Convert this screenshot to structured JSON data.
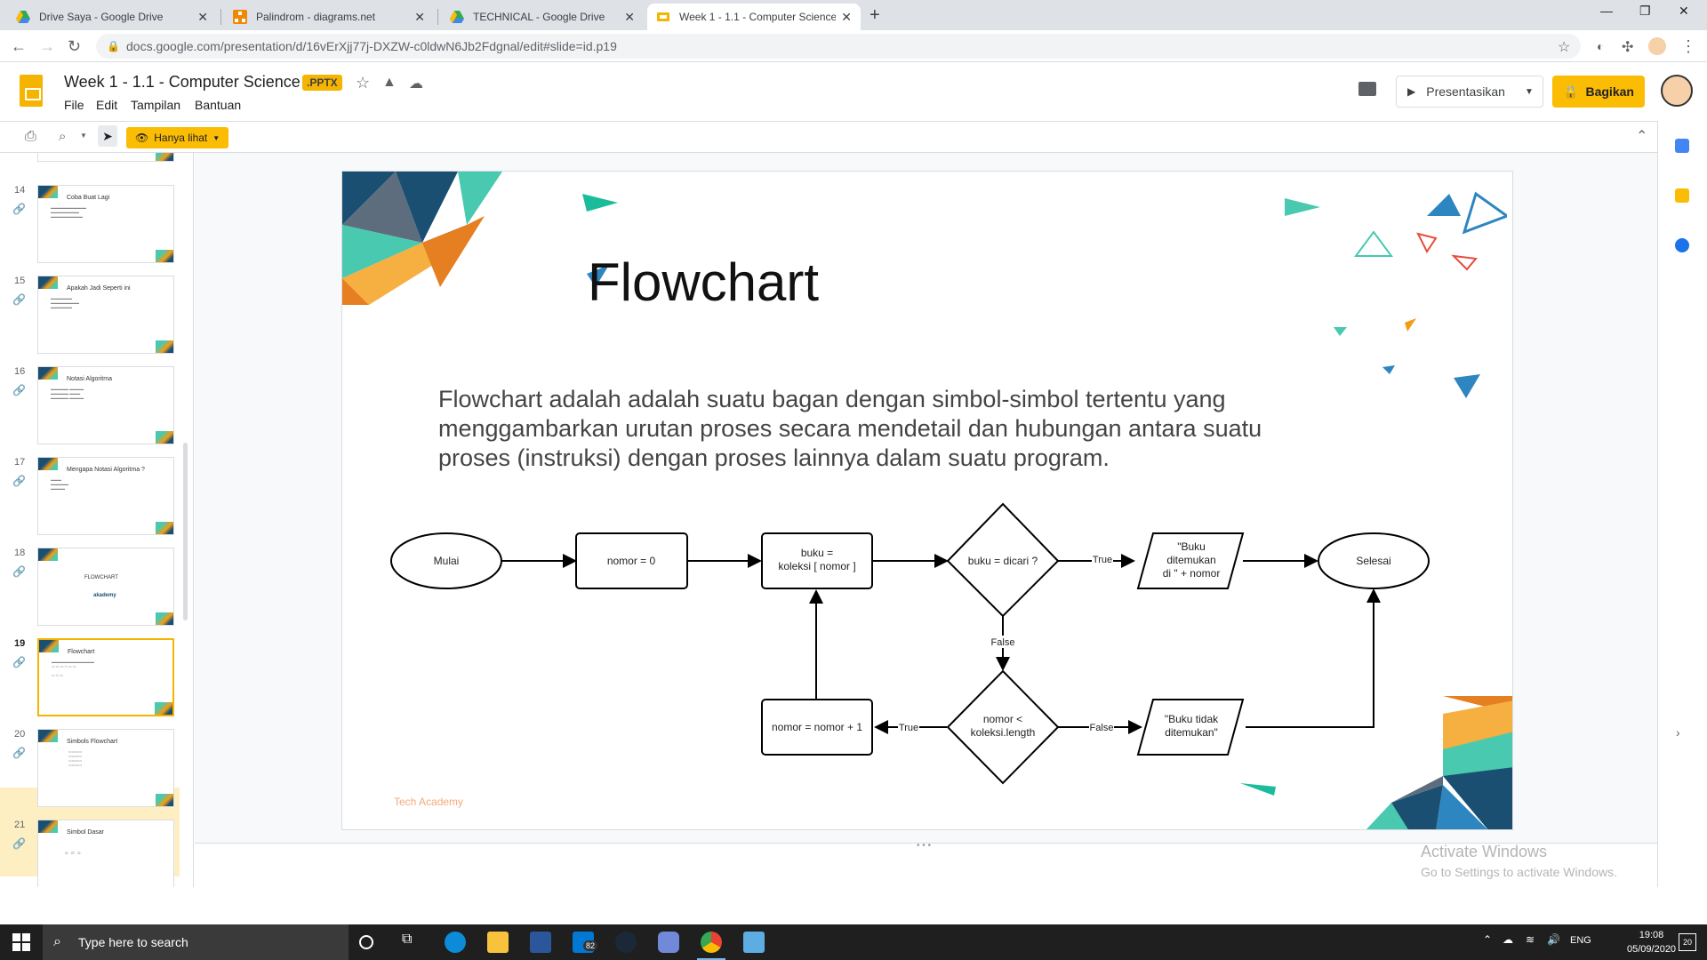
{
  "browser": {
    "tabs": [
      {
        "title": "Drive Saya - Google Drive",
        "icon": "google-drive-icon",
        "color": "#34a853"
      },
      {
        "title": "Palindrom - diagrams.net",
        "icon": "diagrams-net-icon",
        "color": "#f08705"
      },
      {
        "title": "TECHNICAL - Google Drive",
        "icon": "google-drive-icon",
        "color": "#4285f4"
      },
      {
        "title": "Week 1 - 1.1 - Computer Science",
        "icon": "google-slides-icon",
        "color": "#f4b400"
      }
    ],
    "url": "docs.google.com/presentation/d/16vErXjj77j-DXZW-c0ldwN6Jb2Fdgnal/edit#slide=id.p19"
  },
  "doc": {
    "title": "Week 1 - 1.1 - Computer Science",
    "badge": ".PPTX",
    "menu": [
      "File",
      "Edit",
      "Tampilan",
      "Bantuan"
    ],
    "present_label": "Presentasikan",
    "share_label": "Bagikan",
    "view_only_label": "Hanya lihat"
  },
  "filmstrip": {
    "slides": [
      {
        "num": "14",
        "title": "Coba Buat Lagi"
      },
      {
        "num": "15",
        "title": "Apakah Jadi Seperti ini"
      },
      {
        "num": "16",
        "title": "Notasi Algoritma"
      },
      {
        "num": "17",
        "title": "Mengapa Notasi Algoritma ?"
      },
      {
        "num": "18",
        "title": "FLOWCHART"
      },
      {
        "num": "19",
        "title": "Flowchart"
      },
      {
        "num": "20",
        "title": "Simbols Flowchart"
      },
      {
        "num": "21",
        "title": "Simbol Dasar"
      }
    ],
    "logo_text": "akademy"
  },
  "slide": {
    "title": "Flowchart",
    "body": "Flowchart adalah adalah suatu bagan dengan simbol-simbol tertentu yang menggambarkan urutan proses secara mendetail dan hubungan antara suatu proses (instruksi) dengan proses lainnya dalam suatu program.",
    "footer": "Tech Academy",
    "flow": {
      "start": "Mulai",
      "init": "nomor = 0",
      "get1": "buku =",
      "get2": "koleksi [ nomor ]",
      "check": "buku = dicari ?",
      "found1": "\"Buku",
      "found2": "ditemukan",
      "found3": "di \" + nomor",
      "end": "Selesai",
      "incr": "nomor = nomor + 1",
      "bound1": "nomor <",
      "bound2": "koleksi.length",
      "notfound1": "\"Buku tidak",
      "notfound2": "ditemukan\"",
      "true1": "True",
      "false1": "False",
      "true2": "True",
      "false2": "False"
    }
  },
  "watermark": {
    "line1": "Activate Windows",
    "line2": "Go to Settings to activate Windows."
  },
  "taskbar": {
    "search_placeholder": "Type here to search",
    "mail_badge": "82",
    "lang": "ENG",
    "time": "19:08",
    "date": "05/09/2020",
    "notif_count": "20"
  }
}
